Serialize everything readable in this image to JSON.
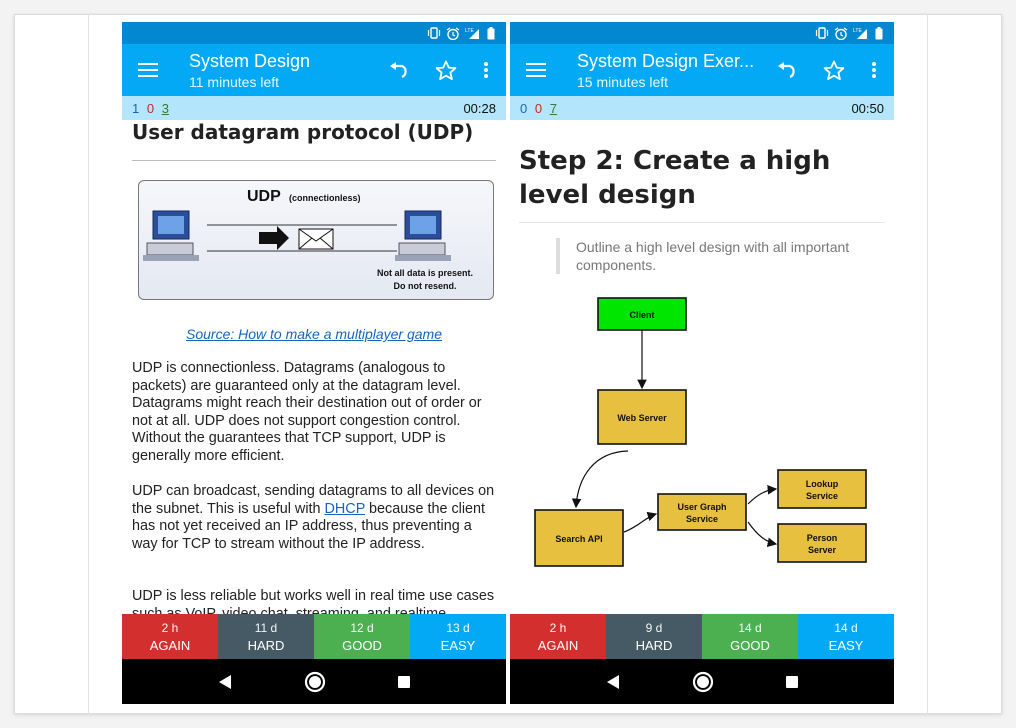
{
  "left": {
    "toolbar": {
      "title": "System Design",
      "subtitle": "11 minutes left"
    },
    "counts": {
      "new": "1",
      "learn": "0",
      "review": "3"
    },
    "timer": "00:28",
    "heading": "User datagram protocol (UDP)",
    "figure": {
      "title": "UDP",
      "subtitle": "(connectionless)",
      "note1": "Not all data is present.",
      "note2": "Do not resend."
    },
    "source_link": "Source: How to make a multiplayer game",
    "para1": "UDP is connectionless. Datagrams (analogous to packets) are guaranteed only at the datagram level. Datagrams might reach their destination out of order or not at all. UDP does not support congestion control. Without the guarantees that TCP support, UDP is generally more efficient.",
    "para2_before": "UDP can broadcast, sending datagrams to all devices on the subnet. This is useful with ",
    "para2_link": "DHCP",
    "para2_after": " because the client has not yet received an IP address, thus preventing a way for TCP to stream without the IP address.",
    "para3": "UDP is less reliable but works well in real time use cases such as VoIP, video chat, streaming, and realtime",
    "answers": [
      {
        "interval": "2 h",
        "label": "AGAIN"
      },
      {
        "interval": "11 d",
        "label": "HARD"
      },
      {
        "interval": "12 d",
        "label": "GOOD"
      },
      {
        "interval": "13 d",
        "label": "EASY"
      }
    ]
  },
  "right": {
    "toolbar": {
      "title": "System Design Exer...",
      "subtitle": "15 minutes left"
    },
    "counts": {
      "new": "0",
      "learn": "0",
      "review": "7"
    },
    "timer": "00:50",
    "heading": "Step 2: Create a high level design",
    "quote": "Outline a high level design with all important components.",
    "diagram": {
      "client": "Client",
      "web_server": "Web Server",
      "search_api": "Search API",
      "user_graph_1": "User Graph",
      "user_graph_2": "Service",
      "lookup_1": "Lookup",
      "lookup_2": "Service",
      "person_1": "Person",
      "person_2": "Server"
    },
    "answers": [
      {
        "interval": "2 h",
        "label": "AGAIN"
      },
      {
        "interval": "9 d",
        "label": "HARD"
      },
      {
        "interval": "14 d",
        "label": "GOOD"
      },
      {
        "interval": "14 d",
        "label": "EASY"
      }
    ]
  },
  "status": {
    "network": "LTE"
  },
  "colors": {
    "status_bar": "#0288d1",
    "toolbar": "#03a9f4",
    "counts_bar": "#b3e5fc",
    "again": "#d32f2f",
    "hard": "#455a64",
    "good": "#4caf50",
    "easy": "#03a9f4",
    "diagram_client": "#00e600",
    "diagram_box": "#e8c040"
  },
  "icons": [
    "menu-icon",
    "undo-icon",
    "star-icon",
    "more-vert-icon",
    "vibrate-icon",
    "alarm-icon",
    "signal-icon",
    "battery-icon",
    "back-icon",
    "home-icon",
    "recents-icon"
  ]
}
